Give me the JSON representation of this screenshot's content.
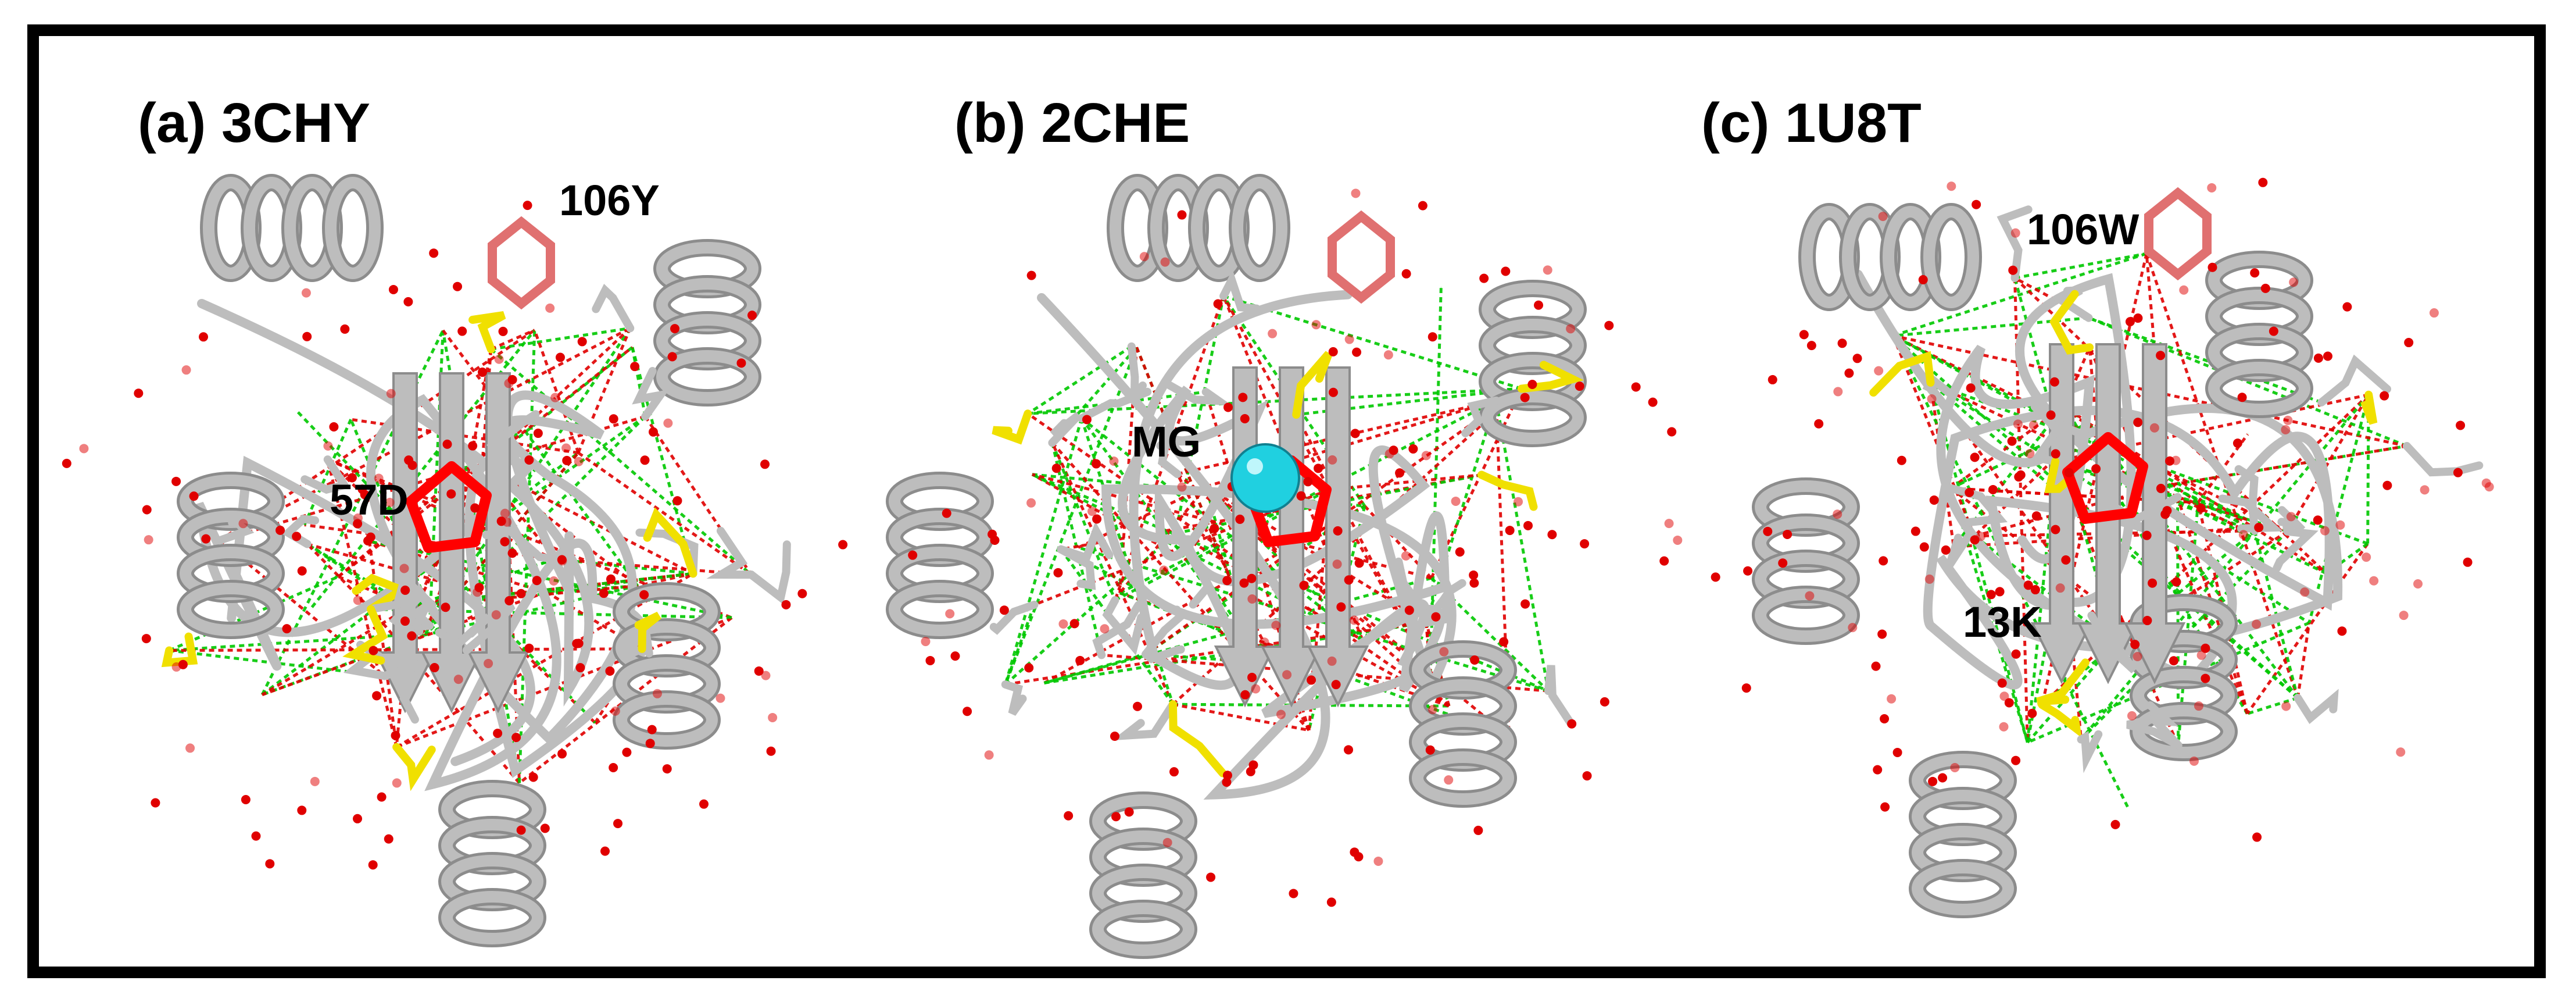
{
  "figure": {
    "colors": {
      "border": "#000000",
      "ribbon": "#bdbdbd",
      "ribbon_dark": "#8c8c8c",
      "water": "#e00000",
      "contact_green": "#00c800",
      "contact_red": "#e00000",
      "highlight_red": "#ff0000",
      "highlight_pink": "#e07070",
      "highlight_yellow": "#f0e000",
      "highlight_tan": "#f0b070",
      "magnesium": "#20d0e0"
    },
    "panels": [
      {
        "title": "(a) 3CHY",
        "labels": [
          "106Y",
          "57D"
        ],
        "icon": "protein-structure-icon"
      },
      {
        "title": "(b) 2CHE",
        "labels": [
          "MG"
        ],
        "icon": "protein-structure-icon"
      },
      {
        "title": "(c) 1U8T",
        "labels": [
          "106W",
          "13K"
        ],
        "icon": "protein-structure-icon"
      }
    ]
  }
}
